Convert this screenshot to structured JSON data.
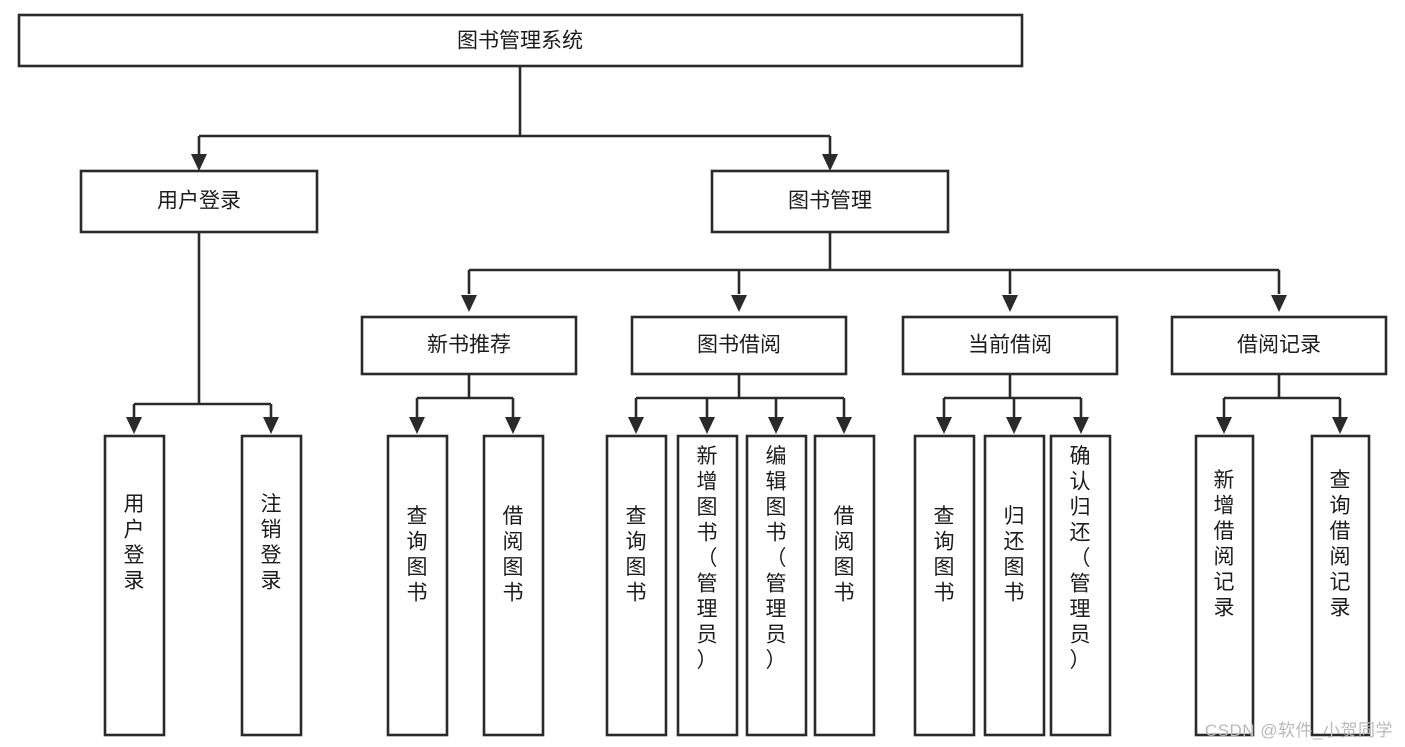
{
  "diagram": {
    "title": "图书管理系统",
    "type": "tree-hierarchy",
    "watermark": "CSDN @软件_小贺同学",
    "colors": {
      "stroke": "#2a2a2a",
      "fill": "#ffffff",
      "text": "#1c1c1c",
      "watermark": "#b9b9b9"
    },
    "nodes": {
      "root": {
        "label": "图书管理系统",
        "orientation": "horizontal"
      },
      "level2": [
        {
          "label": "用户登录",
          "orientation": "horizontal"
        },
        {
          "label": "图书管理",
          "orientation": "horizontal"
        }
      ],
      "level3": [
        {
          "label": "新书推荐",
          "orientation": "horizontal"
        },
        {
          "label": "图书借阅",
          "orientation": "horizontal"
        },
        {
          "label": "当前借阅",
          "orientation": "horizontal"
        },
        {
          "label": "借阅记录",
          "orientation": "horizontal"
        }
      ],
      "leaves": [
        {
          "label": "用户登录",
          "orientation": "vertical",
          "parent": "用户登录"
        },
        {
          "label": "注销登录",
          "orientation": "vertical",
          "parent": "用户登录"
        },
        {
          "label": "查询图书",
          "orientation": "vertical",
          "parent": "新书推荐"
        },
        {
          "label": "借阅图书",
          "orientation": "vertical",
          "parent": "新书推荐"
        },
        {
          "label": "查询图书",
          "orientation": "vertical",
          "parent": "图书借阅"
        },
        {
          "label": "新增图书（管理员）",
          "orientation": "vertical",
          "parent": "图书借阅"
        },
        {
          "label": "编辑图书（管理员）",
          "orientation": "vertical",
          "parent": "图书借阅"
        },
        {
          "label": "借阅图书",
          "orientation": "vertical",
          "parent": "图书借阅"
        },
        {
          "label": "查询图书",
          "orientation": "vertical",
          "parent": "当前借阅"
        },
        {
          "label": "归还图书",
          "orientation": "vertical",
          "parent": "当前借阅"
        },
        {
          "label": "确认归还（管理员）",
          "orientation": "vertical",
          "parent": "当前借阅"
        },
        {
          "label": "新增借阅记录",
          "orientation": "vertical",
          "parent": "借阅记录"
        },
        {
          "label": "查询借阅记录",
          "orientation": "vertical",
          "parent": "借阅记录"
        }
      ]
    }
  }
}
